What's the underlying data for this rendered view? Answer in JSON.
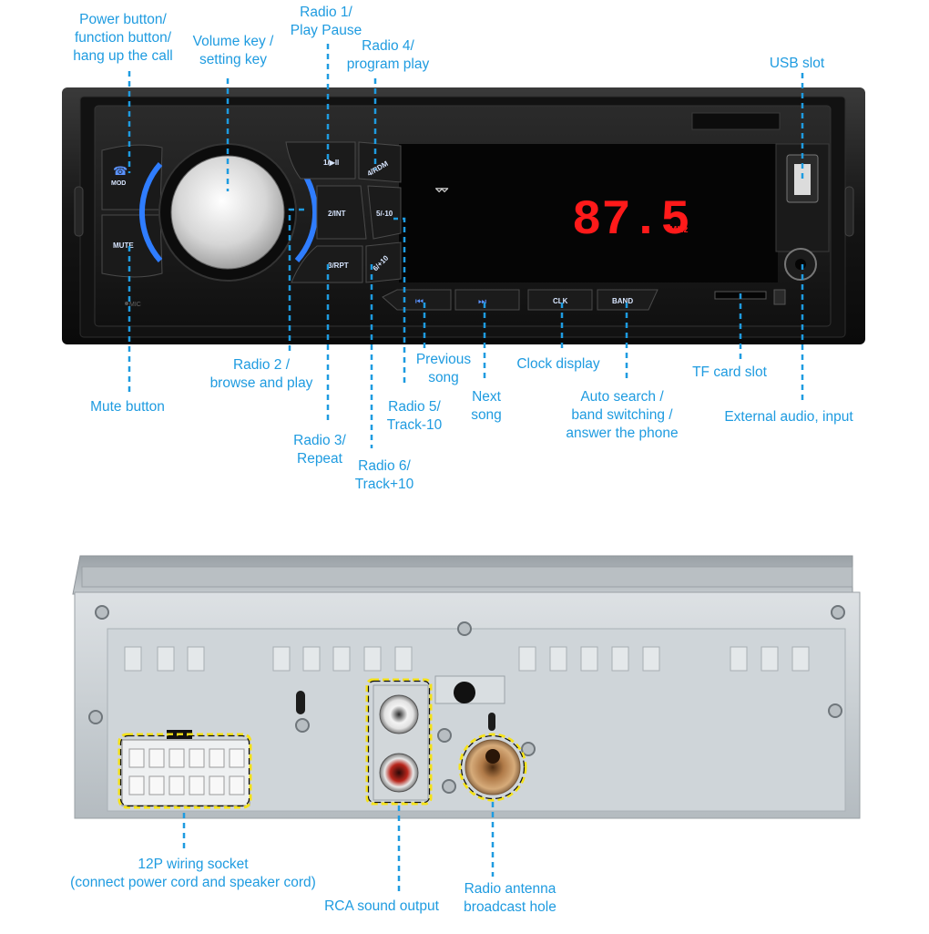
{
  "front_panel": {
    "display": {
      "frequency": "87.5",
      "unit": "MHz"
    },
    "keys": {
      "mode": "MOD",
      "mute": "MUTE",
      "k1": "1/▶II",
      "k4": "4/RDM",
      "k2": "2/INT",
      "k5": "5/-10",
      "k3": "3/RPT",
      "k6": "6/+10",
      "clk": "CLK",
      "band": "BAND",
      "mic": "MIC"
    }
  },
  "callouts": {
    "power": [
      "Power button/",
      "function button/",
      "hang up the call"
    ],
    "volume": [
      "Volume key /",
      "setting key"
    ],
    "radio1": [
      "Radio 1/",
      "Play Pause"
    ],
    "radio4": [
      "Radio 4/",
      "program play"
    ],
    "usb": [
      "USB slot"
    ],
    "mute": [
      "Mute button"
    ],
    "radio2": [
      "Radio 2 /",
      "browse and play"
    ],
    "radio3": [
      "Radio 3/",
      "Repeat"
    ],
    "radio6": [
      "Radio 6/",
      "Track+10"
    ],
    "radio5": [
      "Radio 5/",
      "Track-10"
    ],
    "prev": [
      "Previous",
      "song"
    ],
    "next": [
      "Next",
      "song"
    ],
    "clock": [
      "Clock display"
    ],
    "auto": [
      "Auto search /",
      "band switching /",
      "answer the phone"
    ],
    "tf": [
      "TF card slot"
    ],
    "aux": [
      "External audio, input"
    ],
    "socket": [
      "12P wiring socket",
      "(connect power cord and speaker cord)"
    ],
    "rca": [
      "RCA sound output"
    ],
    "antenna": [
      "Radio antenna",
      "broadcast hole"
    ]
  },
  "colors": {
    "callout": "#1e9be0",
    "display": "#ff1a1a",
    "panel_glow": "#2f7dff",
    "highlight": "#f5e21a"
  }
}
